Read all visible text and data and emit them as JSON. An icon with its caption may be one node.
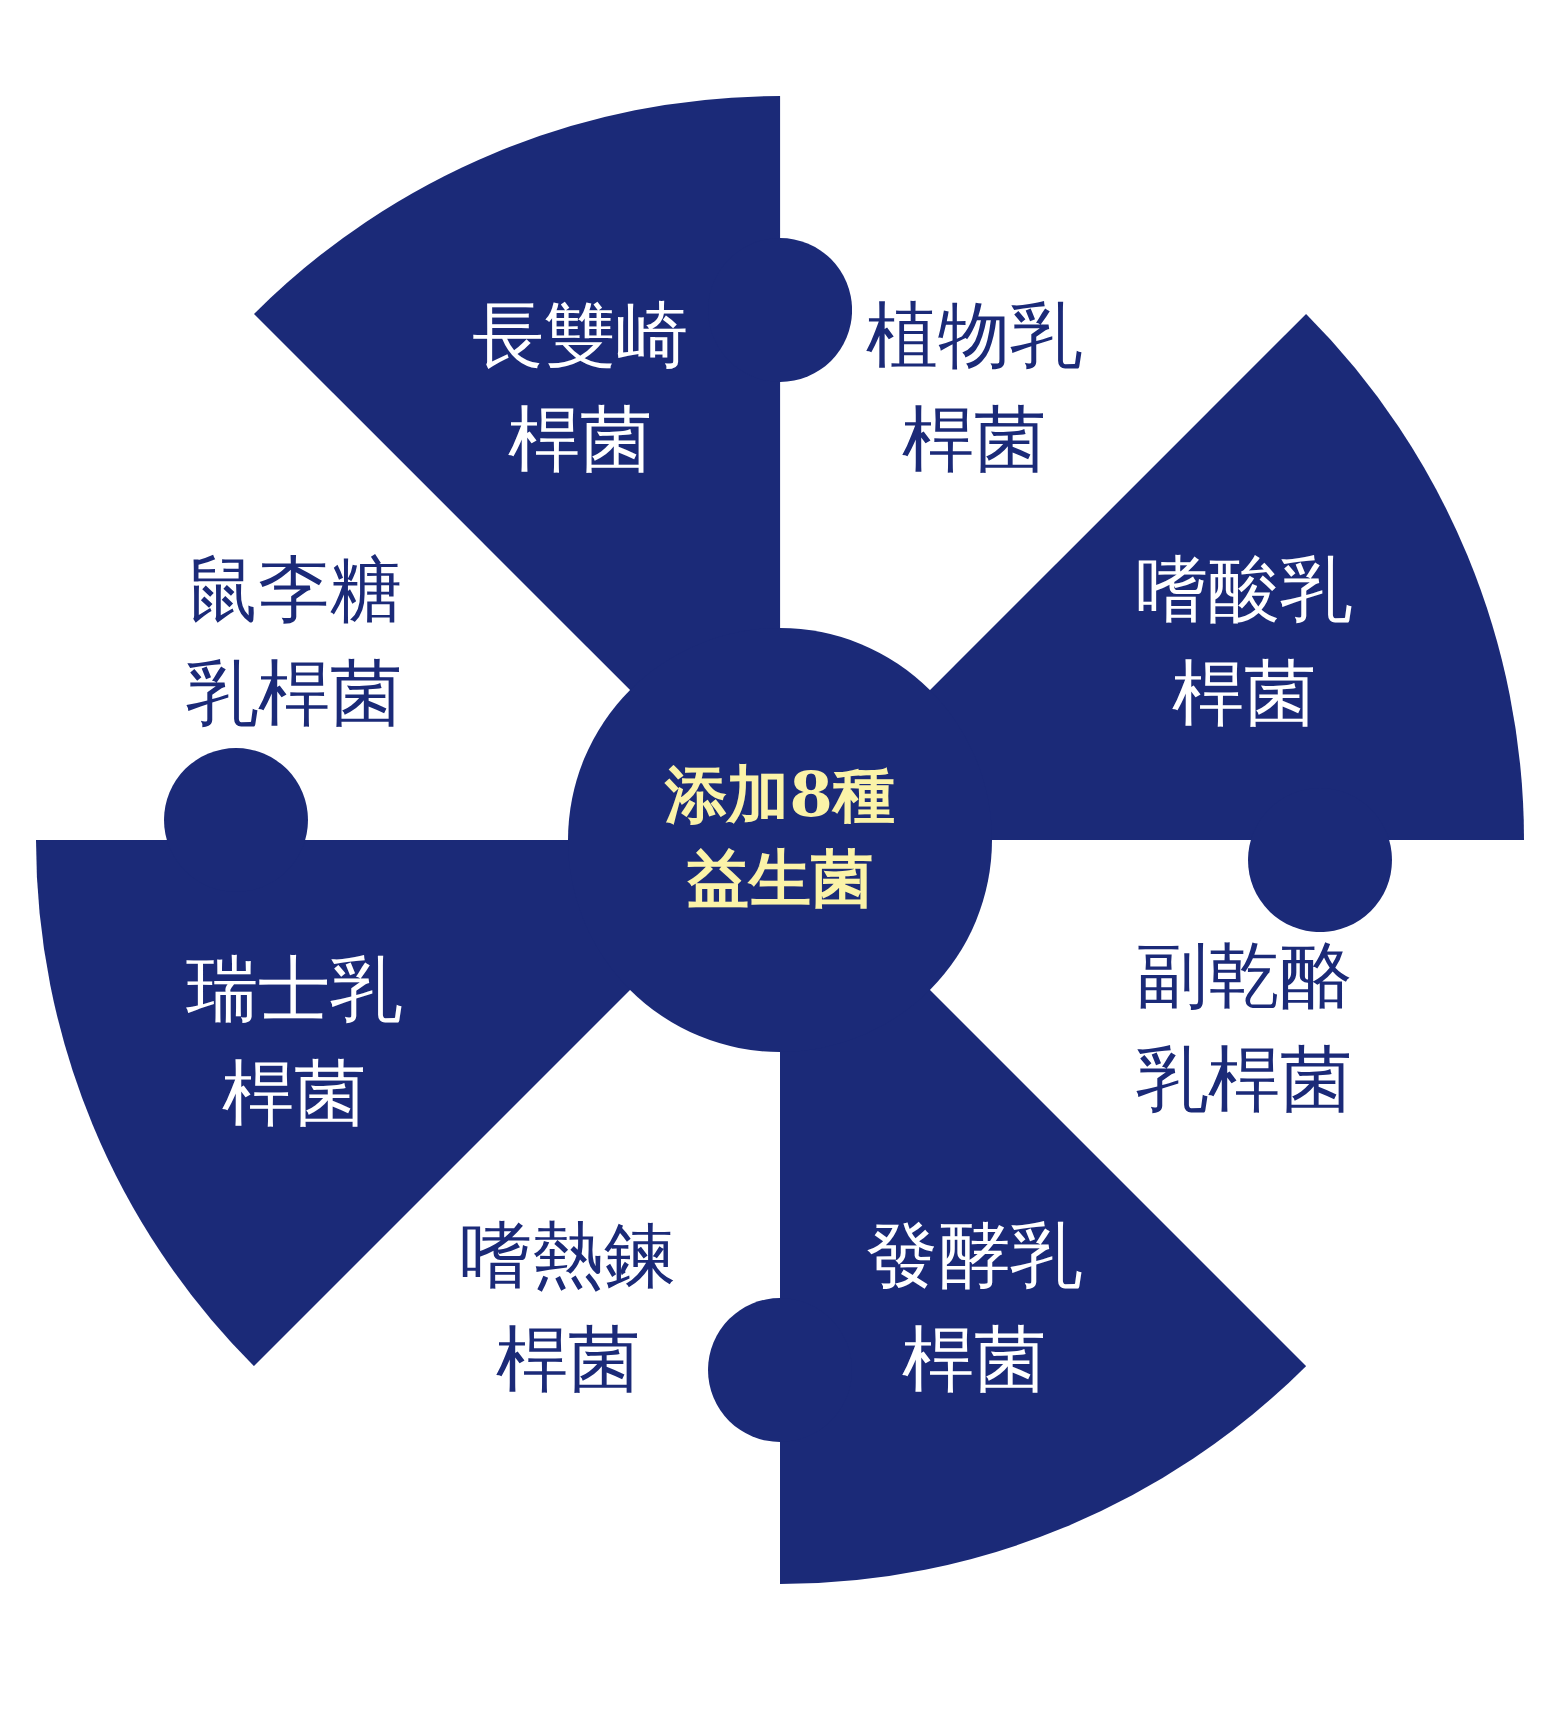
{
  "diagram": {
    "nodes": [
      {
        "text": [
          "添加8種益生菌"
        ]
      },
      {
        "text": [
          "長雙崎桿菌"
        ]
      },
      {
        "text": [
          "植物乳桿菌"
        ]
      },
      {
        "text": [
          "嗜酸乳桿菌"
        ]
      },
      {
        "text": [
          "副乾酪乳桿菌"
        ]
      },
      {
        "text": [
          "發酵乳桿菌"
        ]
      },
      {
        "text": [
          "嗜熱鍊桿菌"
        ]
      },
      {
        "text": [
          "瑞士乳桿菌"
        ]
      },
      {
        "text": [
          "鼠李糖乳桿菌"
        ]
      }
    ]
  }
}
